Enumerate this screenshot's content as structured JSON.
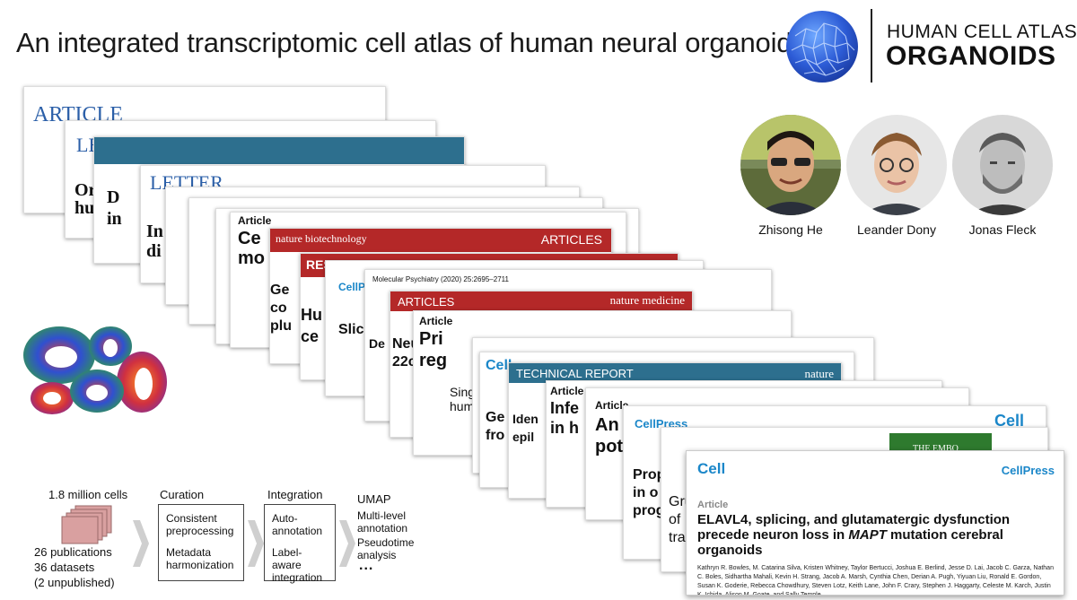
{
  "slide": {
    "title": "An integrated transcriptomic cell atlas of human neural organoids"
  },
  "logo": {
    "line1": "HUMAN CELL ATLAS",
    "line2": "ORGANOIDS",
    "icon": "hca-globe-icon",
    "color": "#2f5fd0"
  },
  "people": [
    {
      "name": "Zhisong He"
    },
    {
      "name": "Leander Dony"
    },
    {
      "name": "Jonas Fleck"
    }
  ],
  "papers": [
    {
      "label": "ARTICLE"
    },
    {
      "label": "LE"
    },
    {
      "label": "LETTER"
    },
    {
      "label": "Article"
    },
    {
      "label": "ARTICLES"
    },
    {
      "label": "RESOURCE"
    },
    {
      "label": "Molecular Psychiatry (2020) 25:2695–2711"
    },
    {
      "label": "ARTICLES"
    },
    {
      "label": "Article"
    },
    {
      "label": "TECHNICAL REPORT"
    },
    {
      "label": "Article"
    },
    {
      "label": "Article"
    },
    {
      "label": "CellPress"
    },
    {
      "label": "Cell"
    }
  ],
  "paper_snippets": {
    "s1": "Or",
    "s2": "hu",
    "s3": "D",
    "s4": "in",
    "s5": "In",
    "s6": "di",
    "s7": "Ce",
    "s8": "mo",
    "s9": "Ge",
    "s10": "co",
    "s11": "plu",
    "s12": "Hu",
    "s13": "ce",
    "s14": "Slic",
    "s15": "De",
    "s16": "Neu",
    "s17": "22c",
    "s18": "Pri",
    "s19": "reg",
    "s20": "Sing",
    "s21": "hum",
    "s22": "Ge",
    "s23": "fro",
    "s24": "Iden",
    "s25": "epil",
    "s26": "Infe",
    "s27": "in h",
    "s28": "An",
    "s29": "pot",
    "s30": "Prop",
    "s31": "in o",
    "s32": "prog",
    "s33": "Gru",
    "s34": "of",
    "s35": "tra",
    "nature": "nature",
    "nature_medicine": "nature medicine",
    "nature_biotech": "nature biotechnology",
    "embo": "THE EMBO",
    "cellpress": "CellPress",
    "cell": "Cell"
  },
  "featured_paper": {
    "journal": "Cell",
    "publisher": "CellPress",
    "category": "Article",
    "title_part1": "ELAVL4, splicing, and glutamatergic dysfunction precede neuron loss in ",
    "title_italic": "MAPT",
    "title_part2": " mutation cerebral organoids",
    "authors": "Kathryn R. Bowles, M. Catarina Silva, Kristen Whitney, Taylor Bertucci, Joshua E. Berlind, Jesse D. Lai, Jacob C. Garza, Nathan C. Boles, Sidhartha Mahali, Kevin H. Strang, Jacob A. Marsh, Cynthia Chen, Derian A. Pugh, Yiyuan Liu, Ronald E. Gordon, Susan K. Goderie, Rebecca Chowdhury, Steven Lotz, Keith Lane, John F. Crary, Stephen J. Haggarty, Celeste M. Karch, Justin K. Ichida, Alison M. Goate, and Sally Temple"
  },
  "workflow": {
    "cells_label": "1.8 million cells",
    "publications": "26 publications",
    "datasets": "36 datasets",
    "unpublished": "(2 unpublished)",
    "curation": {
      "header": "Curation",
      "item1": "Consistent preprocessing",
      "item2": "Metadata harmonization"
    },
    "integration": {
      "header": "Integration",
      "item1": "Auto-annotation",
      "item2": "Label-aware integration"
    },
    "umap": {
      "header": "UMAP",
      "item1": "Multi-level annotation",
      "item2": "Pseudotime analysis",
      "more": "..."
    }
  }
}
